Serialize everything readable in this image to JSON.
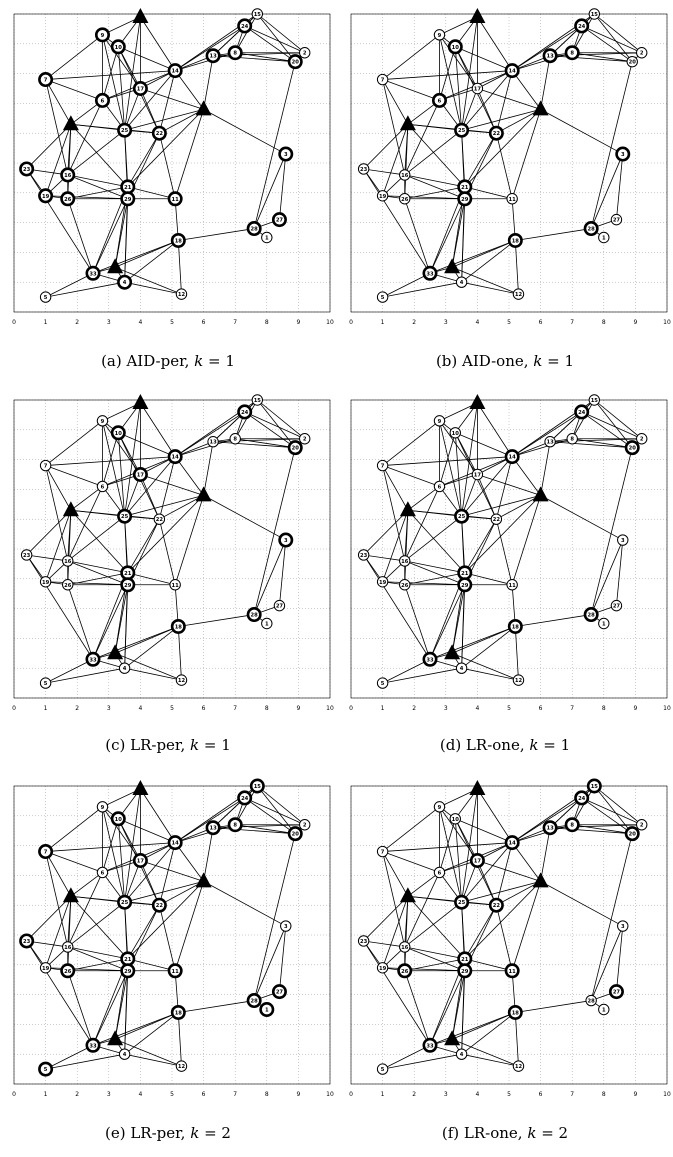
{
  "figure": {
    "axis_ticks": [
      "0",
      "1",
      "2",
      "3",
      "4",
      "5",
      "6",
      "7",
      "8",
      "9",
      "10"
    ],
    "panels": [
      {
        "label_prefix": "(a) AID-per, ",
        "k_text": "k",
        "k_value": "= 1"
      },
      {
        "label_prefix": "(b) AID-one, ",
        "k_text": "k",
        "k_value": "= 1"
      },
      {
        "label_prefix": "(c) LR-per, ",
        "k_text": "k",
        "k_value": "= 1"
      },
      {
        "label_prefix": "(d) LR-one, ",
        "k_text": "k",
        "k_value": "= 1"
      },
      {
        "label_prefix": "(e) LR-per, ",
        "k_text": "k",
        "k_value": "= 2"
      },
      {
        "label_prefix": "(f) LR-one, ",
        "k_text": "k",
        "k_value": "= 2"
      }
    ],
    "anchors": [
      {
        "x": 4.0,
        "y": 9.9
      },
      {
        "x": 1.8,
        "y": 6.3
      },
      {
        "x": 6.0,
        "y": 6.8
      },
      {
        "x": 3.2,
        "y": 1.5
      }
    ],
    "nodes": [
      {
        "id": "1",
        "x": 8.0,
        "y": 2.5
      },
      {
        "id": "2",
        "x": 9.2,
        "y": 8.7
      },
      {
        "id": "3",
        "x": 8.6,
        "y": 5.3
      },
      {
        "id": "4",
        "x": 3.5,
        "y": 1.0
      },
      {
        "id": "5",
        "x": 1.0,
        "y": 0.5
      },
      {
        "id": "6",
        "x": 2.8,
        "y": 7.1
      },
      {
        "id": "7",
        "x": 1.0,
        "y": 7.8
      },
      {
        "id": "8",
        "x": 7.0,
        "y": 8.7
      },
      {
        "id": "9",
        "x": 2.8,
        "y": 9.3
      },
      {
        "id": "10",
        "x": 3.3,
        "y": 8.9
      },
      {
        "id": "11",
        "x": 5.1,
        "y": 3.8
      },
      {
        "id": "12",
        "x": 5.3,
        "y": 0.6
      },
      {
        "id": "13",
        "x": 6.3,
        "y": 8.6
      },
      {
        "id": "14",
        "x": 5.1,
        "y": 8.1
      },
      {
        "id": "15",
        "x": 7.7,
        "y": 10.0
      },
      {
        "id": "16",
        "x": 1.7,
        "y": 4.6
      },
      {
        "id": "17",
        "x": 4.0,
        "y": 7.5
      },
      {
        "id": "18",
        "x": 5.2,
        "y": 2.4
      },
      {
        "id": "19",
        "x": 1.0,
        "y": 3.9
      },
      {
        "id": "20",
        "x": 8.9,
        "y": 8.4
      },
      {
        "id": "21",
        "x": 3.6,
        "y": 4.2
      },
      {
        "id": "22",
        "x": 4.6,
        "y": 6.0
      },
      {
        "id": "23",
        "x": 0.4,
        "y": 4.8
      },
      {
        "id": "24",
        "x": 7.3,
        "y": 9.6
      },
      {
        "id": "25",
        "x": 3.5,
        "y": 6.1
      },
      {
        "id": "26",
        "x": 1.7,
        "y": 3.8
      },
      {
        "id": "27",
        "x": 8.4,
        "y": 3.1
      },
      {
        "id": "28",
        "x": 7.6,
        "y": 2.8
      },
      {
        "id": "29",
        "x": 3.6,
        "y": 3.8
      },
      {
        "id": "33",
        "x": 2.5,
        "y": 1.3
      }
    ],
    "edges": [
      [
        "A0",
        "9"
      ],
      [
        "A0",
        "10"
      ],
      [
        "A0",
        "17"
      ],
      [
        "A0",
        "14"
      ],
      [
        "A0",
        "25"
      ],
      [
        "9",
        "7"
      ],
      [
        "9",
        "10"
      ],
      [
        "9",
        "6"
      ],
      [
        "9",
        "25"
      ],
      [
        "9",
        "17"
      ],
      [
        "10",
        "17"
      ],
      [
        "10",
        "25"
      ],
      [
        "10",
        "22"
      ],
      [
        "10",
        "14"
      ],
      [
        "10",
        "6"
      ],
      [
        "7",
        "6"
      ],
      [
        "7",
        "A1"
      ],
      [
        "7",
        "16"
      ],
      [
        "7",
        "14"
      ],
      [
        "6",
        "17"
      ],
      [
        "6",
        "25"
      ],
      [
        "6",
        "A1"
      ],
      [
        "6",
        "16"
      ],
      [
        "6",
        "14"
      ],
      [
        "17",
        "14"
      ],
      [
        "17",
        "25"
      ],
      [
        "17",
        "22"
      ],
      [
        "17",
        "A2"
      ],
      [
        "14",
        "13"
      ],
      [
        "14",
        "8"
      ],
      [
        "14",
        "24"
      ],
      [
        "14",
        "15"
      ],
      [
        "14",
        "22"
      ],
      [
        "14",
        "25"
      ],
      [
        "14",
        "A2"
      ],
      [
        "13",
        "8"
      ],
      [
        "13",
        "24"
      ],
      [
        "13",
        "15"
      ],
      [
        "13",
        "20"
      ],
      [
        "13",
        "2"
      ],
      [
        "13",
        "A2"
      ],
      [
        "8",
        "24"
      ],
      [
        "8",
        "15"
      ],
      [
        "8",
        "20"
      ],
      [
        "8",
        "2"
      ],
      [
        "24",
        "15"
      ],
      [
        "24",
        "20"
      ],
      [
        "24",
        "2"
      ],
      [
        "15",
        "20"
      ],
      [
        "15",
        "2"
      ],
      [
        "2",
        "20"
      ],
      [
        "20",
        "28"
      ],
      [
        "A1",
        "25"
      ],
      [
        "A1",
        "22"
      ],
      [
        "A1",
        "16"
      ],
      [
        "A1",
        "23"
      ],
      [
        "A1",
        "19"
      ],
      [
        "A1",
        "26"
      ],
      [
        "A1",
        "21"
      ],
      [
        "25",
        "22"
      ],
      [
        "25",
        "21"
      ],
      [
        "25",
        "29"
      ],
      [
        "25",
        "16"
      ],
      [
        "25",
        "A2"
      ],
      [
        "22",
        "A2"
      ],
      [
        "22",
        "21"
      ],
      [
        "22",
        "29"
      ],
      [
        "22",
        "11"
      ],
      [
        "A2",
        "11"
      ],
      [
        "A2",
        "3"
      ],
      [
        "A2",
        "21"
      ],
      [
        "23",
        "16"
      ],
      [
        "23",
        "19"
      ],
      [
        "23",
        "33"
      ],
      [
        "16",
        "19"
      ],
      [
        "16",
        "26"
      ],
      [
        "16",
        "21"
      ],
      [
        "16",
        "29"
      ],
      [
        "19",
        "26"
      ],
      [
        "19",
        "29"
      ],
      [
        "26",
        "29"
      ],
      [
        "26",
        "21"
      ],
      [
        "26",
        "33"
      ],
      [
        "21",
        "29"
      ],
      [
        "21",
        "11"
      ],
      [
        "21",
        "33"
      ],
      [
        "21",
        "4"
      ],
      [
        "21",
        "A3"
      ],
      [
        "29",
        "11"
      ],
      [
        "29",
        "A3"
      ],
      [
        "29",
        "4"
      ],
      [
        "29",
        "33"
      ],
      [
        "11",
        "18"
      ],
      [
        "18",
        "A3"
      ],
      [
        "18",
        "4"
      ],
      [
        "18",
        "12"
      ],
      [
        "18",
        "28"
      ],
      [
        "18",
        "33"
      ],
      [
        "3",
        "28"
      ],
      [
        "3",
        "27"
      ],
      [
        "28",
        "27"
      ],
      [
        "28",
        "1"
      ],
      [
        "A3",
        "33"
      ],
      [
        "A3",
        "4"
      ],
      [
        "A3",
        "12"
      ],
      [
        "33",
        "4"
      ],
      [
        "33",
        "5"
      ],
      [
        "4",
        "12"
      ],
      [
        "4",
        "5"
      ]
    ],
    "bold_nodes": [
      [
        "9",
        "10",
        "7",
        "6",
        "17",
        "14",
        "13",
        "8",
        "24",
        "20",
        "25",
        "22",
        "16",
        "19",
        "26",
        "21",
        "29",
        "11",
        "18",
        "28",
        "27",
        "33",
        "4",
        "23",
        "3"
      ],
      [
        "10",
        "6",
        "14",
        "13",
        "8",
        "24",
        "25",
        "22",
        "21",
        "29",
        "18",
        "28",
        "33",
        "3"
      ],
      [
        "10",
        "17",
        "14",
        "24",
        "20",
        "25",
        "21",
        "29",
        "18",
        "28",
        "3",
        "33"
      ],
      [
        "14",
        "24",
        "20",
        "25",
        "21",
        "29",
        "18",
        "28",
        "33"
      ],
      [
        "10",
        "7",
        "17",
        "14",
        "13",
        "8",
        "24",
        "15",
        "20",
        "25",
        "22",
        "23",
        "26",
        "21",
        "29",
        "11",
        "18",
        "28",
        "27",
        "1",
        "33",
        "5"
      ],
      [
        "17",
        "14",
        "13",
        "8",
        "24",
        "15",
        "20",
        "25",
        "22",
        "26",
        "21",
        "29",
        "11",
        "18",
        "27",
        "33"
      ]
    ]
  }
}
